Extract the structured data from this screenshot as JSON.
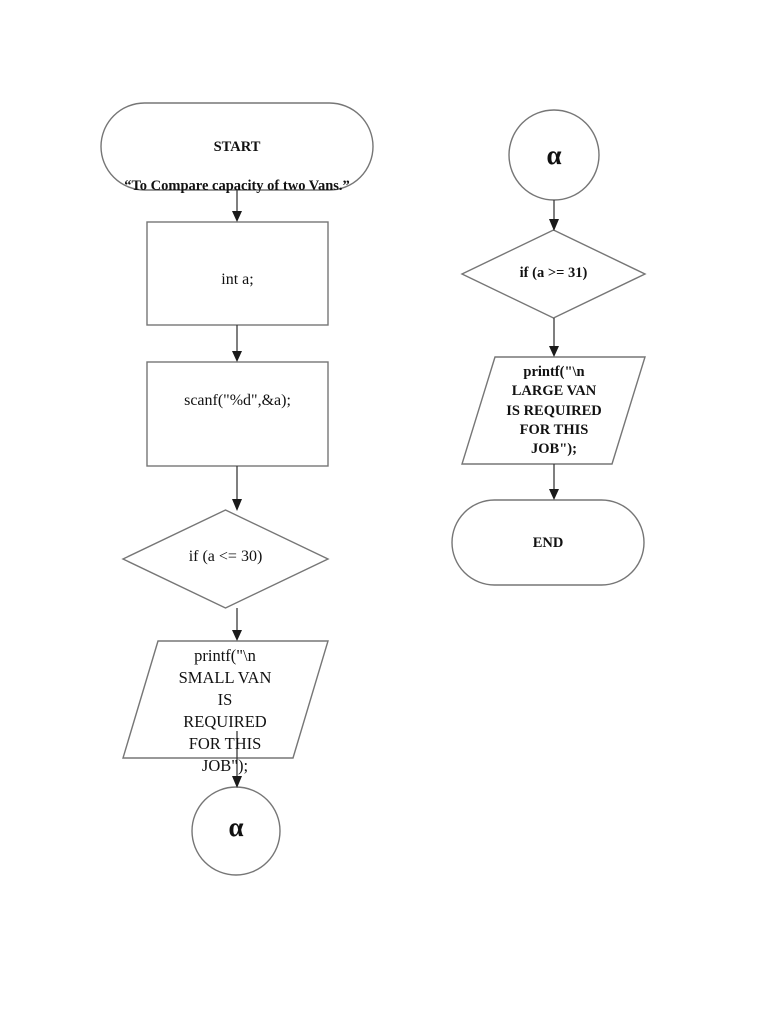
{
  "diagram": {
    "title": "Flowchart: Compare capacity of two Vans",
    "colors": {
      "background": "#ffffff",
      "shape_stroke": "#767676",
      "connector": "#3a3a3a",
      "text": "#111111"
    },
    "left_column": {
      "start": {
        "shape": "terminator",
        "line1": "START",
        "line2": "“To Compare capacity of two Vans.”"
      },
      "declare": {
        "shape": "process",
        "text": "int a;"
      },
      "input": {
        "shape": "process",
        "text": "scanf(\"%d\",&a);"
      },
      "decision": {
        "shape": "decision",
        "text": "if (a <= 30)"
      },
      "output": {
        "shape": "parallelogram",
        "text": "printf(\"\\n\nSMALL VAN\nIS\nREQUIRED\nFOR THIS\nJOB\");"
      },
      "connector": {
        "shape": "circle",
        "text": "α"
      }
    },
    "right_column": {
      "connector": {
        "shape": "circle",
        "text": "α"
      },
      "decision": {
        "shape": "decision",
        "text": "if (a >= 31)"
      },
      "output": {
        "shape": "parallelogram",
        "text": "printf(\"\\n\nLARGE VAN\nIS REQUIRED\nFOR THIS\nJOB\");"
      },
      "end": {
        "shape": "terminator",
        "text": "END"
      }
    }
  }
}
